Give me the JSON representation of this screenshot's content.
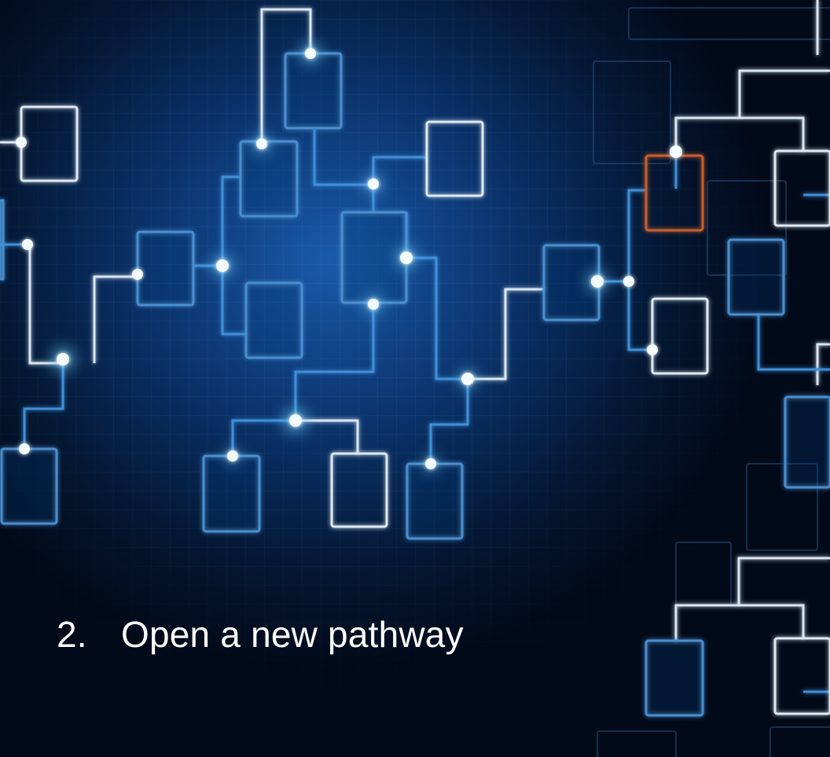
{
  "slide": {
    "item_number": "2.",
    "item_text": "Open a new pathway"
  },
  "background": {
    "image": "circuit-board-network-background",
    "colors": {
      "glow": "#1a5aa8",
      "dark": "#020a1a",
      "line_bright": "#dde8f2",
      "line_blue": "#3f8fd8",
      "node_glow": "#6fd0ff",
      "accent_orange": "#c8602e"
    }
  }
}
